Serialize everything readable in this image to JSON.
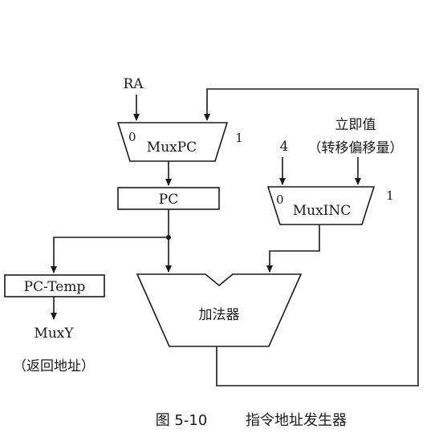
{
  "inputs": {
    "ra": "RA",
    "immediate_top": "立即值",
    "immediate_bottom": "（转移偏移量）",
    "const_four": "4"
  },
  "muxpc": {
    "name": "MuxPC",
    "input0": "0",
    "input1": "1"
  },
  "pc": {
    "name": "PC"
  },
  "muxinc": {
    "name": "MuxINC",
    "input0": "0",
    "input1": "1"
  },
  "pc_temp": {
    "name": "PC-Temp"
  },
  "adder": {
    "name": "加法器"
  },
  "outputs": {
    "muxy": "MuxY",
    "return_address": "（返回地址）"
  },
  "caption": {
    "figure_number": "图 5-10",
    "title": "指令地址发生器"
  }
}
